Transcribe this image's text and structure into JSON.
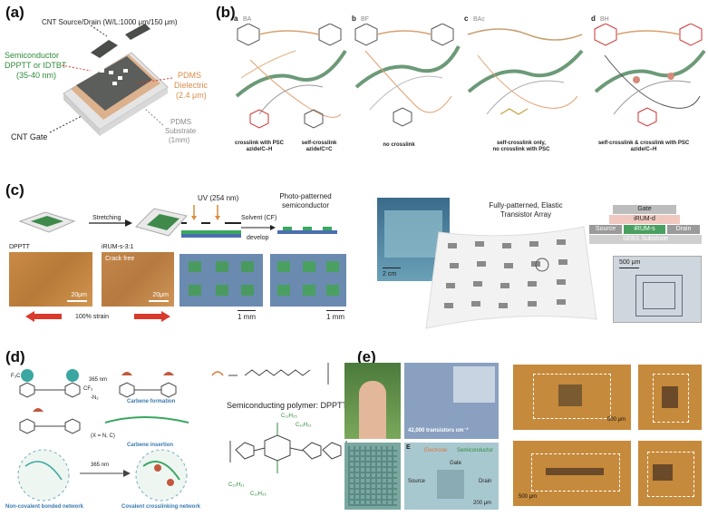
{
  "panel_a": {
    "label": "(a)",
    "source_drain": "CNT Source/Drain (W/L:1000 μm/150 μm)",
    "semiconductor": "Semiconductor",
    "semiconductor_materials": "DPPTT or IDTBT",
    "semiconductor_thickness": "(35-40 nm)",
    "dielectric_1": "PDMS",
    "dielectric_2": "Dielectric",
    "dielectric_3": "(2.4 μm)",
    "gate": "CNT Gate",
    "substrate_1": "PDMS",
    "substrate_2": "Substrate",
    "substrate_3": "(1mm)"
  },
  "panel_b": {
    "label": "(b)",
    "items": [
      {
        "letter": "a",
        "code": "BA",
        "captions": [
          "crosslink with PSC",
          "azide/C–H"
        ],
        "captions2": [
          "self-crosslink",
          "azide/C=C"
        ]
      },
      {
        "letter": "b",
        "code": "BF",
        "captions": [
          "no crosslink"
        ],
        "captions2": []
      },
      {
        "letter": "c",
        "code": "BAc",
        "captions": [
          "self-crosslink only,",
          "no crosslink with PSC"
        ],
        "captions2": []
      },
      {
        "letter": "d",
        "code": "BH",
        "captions": [
          "self-crosslink & crosslink with PSC",
          "azide/C–H"
        ],
        "captions2": []
      }
    ]
  },
  "panel_c": {
    "label": "(c)",
    "stretching": "Stretching",
    "dpptt": "DPPTT",
    "irum": "iRUM-s-3:1",
    "crack_free": "Crack free",
    "scale_20um": "20μm",
    "strain": "100% strain",
    "uv": "UV (254 nm)",
    "photo_1": "Photo-patterned",
    "photo_2": "semiconductor",
    "solvent_1": "Solvent (CF)",
    "solvent_2": "develop",
    "scale_1mm": "1 mm",
    "array_1": "Fully-patterned, Elastic",
    "array_2": "Transistor Array",
    "scale_2cm": "2 cm",
    "gate": "Gate",
    "irum_d": "iRUM-d",
    "source": "Source",
    "irum_s": "iRUM-s",
    "drain": "Drain",
    "sebs": "SEBS Substrate",
    "scale_500": "500 μm"
  },
  "panel_d": {
    "label": "(d)",
    "uv": "365 nm",
    "n2": "-N₂",
    "carbene_formation": "Carbene formation",
    "xnc": "(X = N, C)",
    "carbene_insertion": "Carbene insertion",
    "noncovalent": "Non-covalent bonded network",
    "covalent": "Covalent crosslinking network",
    "semicond": "Semiconducting polymer: DPPTT",
    "cf3": "CF₃",
    "f3c": "F₃C",
    "c10h21": "C₁₀H₂₁",
    "c12h25": "C₁₂H₂₅",
    "n_sub": "n"
  },
  "panel_e": {
    "label": "(e)",
    "transistors": "42,000 transistors cm⁻²",
    "gate": "Gate",
    "semiconductor": "Semiconductor",
    "electrode": "Electrode",
    "source": "Source",
    "drain": "Drain",
    "scale_500": "500 μm",
    "scale_200": "200 μm",
    "sublabel": "E"
  },
  "colors": {
    "green": "#2e8b3a",
    "orange": "#d98c4a",
    "teal": "#3aa7a0",
    "gold": "#c68a3c",
    "red_arrow": "#d93a2b"
  }
}
